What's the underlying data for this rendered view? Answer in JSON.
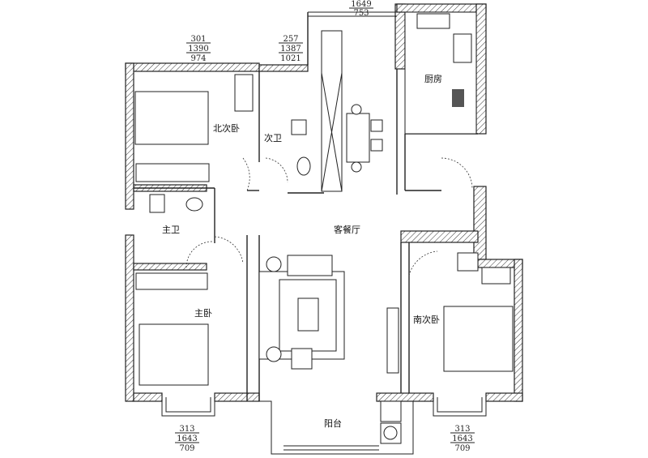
{
  "rooms": {
    "north_bedroom": "北次卧",
    "second_bath": "次卫",
    "kitchen": "厨房",
    "master_bath": "主卫",
    "living_dining": "客餐厅",
    "master_bedroom": "主卧",
    "south_bedroom": "南次卧",
    "balcony": "阳台"
  },
  "dimensions": {
    "top_left": [
      "301",
      "1390",
      "974"
    ],
    "top_mid": [
      "257",
      "1387",
      "1021"
    ],
    "top_right": [
      "1649",
      "753"
    ],
    "bottom_left": [
      "313",
      "1643",
      "709"
    ],
    "bottom_right": [
      "313",
      "1643",
      "709"
    ]
  }
}
